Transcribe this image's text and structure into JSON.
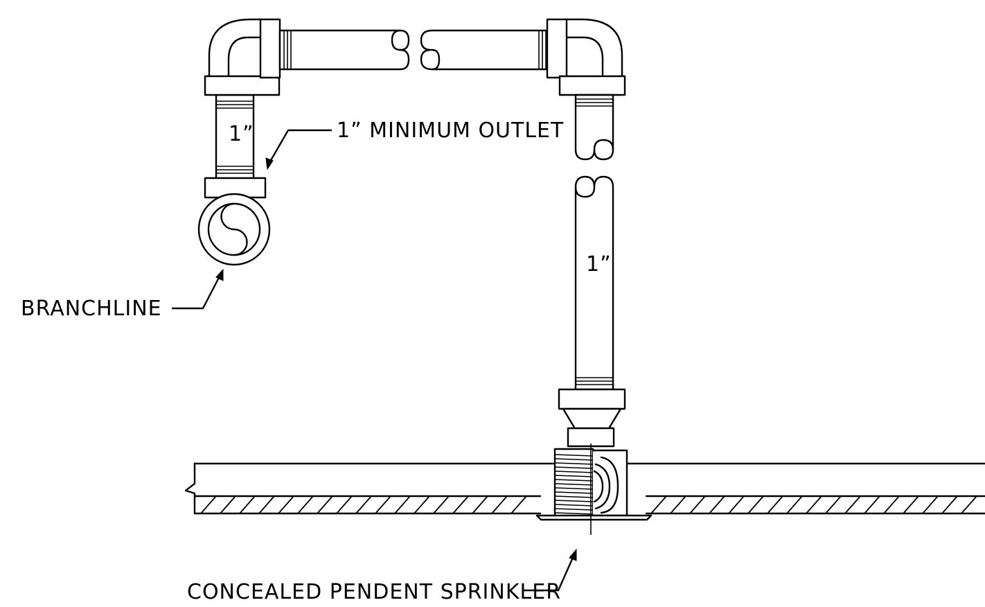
{
  "labels": {
    "min_outlet": "1” MINIMUM OUTLET",
    "branchline": "BRANCHLINE",
    "sprinkler": "CONCEALED PENDENT SPRINKLER",
    "size_left": "1”",
    "size_right": "1”"
  },
  "colors": {
    "line": "#000000",
    "background": "#ffffff"
  }
}
